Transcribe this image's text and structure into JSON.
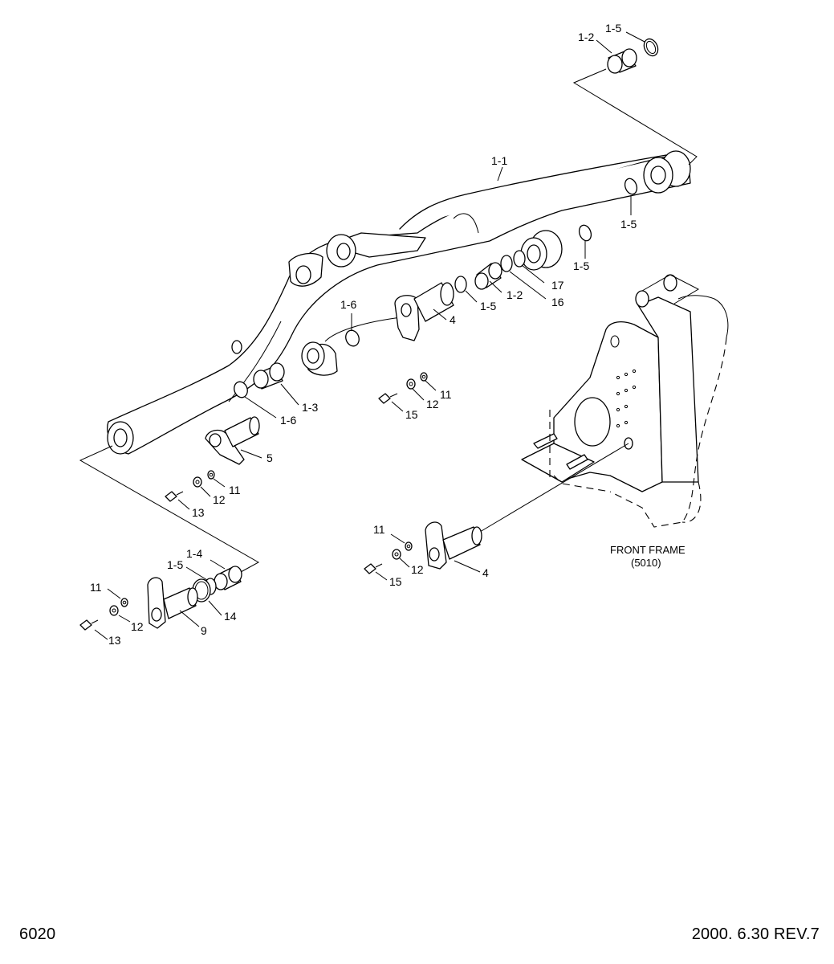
{
  "diagram": {
    "callouts": {
      "boom_main": "1-1",
      "bush_top": "1-2",
      "ring_top": "1-5",
      "ring_boom_tip": "1-5",
      "ring_boom_mid": "1-5",
      "ring_row_a": "1-5",
      "bush_row": "1-2",
      "seal_17": "17",
      "seal_16": "16",
      "ring_1_6_top": "1-6",
      "pin_4_upper": "4",
      "washer_11_upper": "11",
      "washer_12_upper": "12",
      "bolt_15_upper": "15",
      "bush_1_3": "1-3",
      "ring_1_6_low": "1-6",
      "pin_5": "5",
      "washer_11_mid": "11",
      "washer_12_mid": "12",
      "bolt_13_mid": "13",
      "bush_1_4": "1-4",
      "ring_1_5_low": "1-5",
      "washer_11_low": "11",
      "ring_14": "14",
      "washer_12_low": "12",
      "pin_9": "9",
      "bolt_13_low": "13",
      "washer_11_frame": "11",
      "washer_12_frame": "12",
      "bolt_15_frame": "15",
      "pin_4_frame": "4"
    },
    "front_frame": {
      "name": "FRONT FRAME",
      "ref": "(5010)"
    }
  },
  "footer": {
    "page_number": "6020",
    "date_revision": "2000. 6.30  REV.7"
  }
}
